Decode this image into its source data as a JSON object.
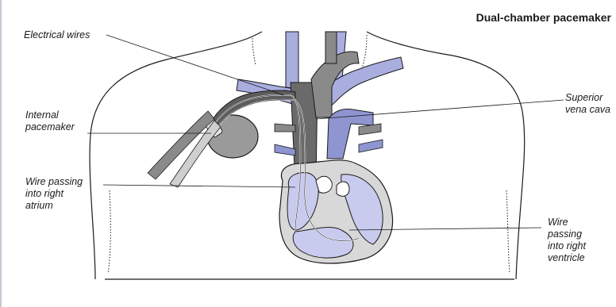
{
  "title": "Dual-chamber pacemaker",
  "labels": {
    "electrical_wires": "Electrical wires",
    "internal_pacemaker": [
      "Internal",
      "pacemaker"
    ],
    "wire_right_atrium": [
      "Wire passing",
      "into right",
      "atrium"
    ],
    "superior_vena_cava": [
      "Superior",
      "vena cava"
    ],
    "wire_right_ventricle": [
      "Wire",
      "passing",
      "into right",
      "ventricle"
    ]
  },
  "colors": {
    "vessel_blue": "#a9aedf",
    "vessel_blue_dark": "#8f95d0",
    "gray_dark": "#5d5d5d",
    "gray_mid": "#9a9a9a",
    "gray_light": "#cfcfcf",
    "heart_wall": "#d8d8d8",
    "chamber_blue": "#c8cbee",
    "outline": "#1a1a1a"
  }
}
